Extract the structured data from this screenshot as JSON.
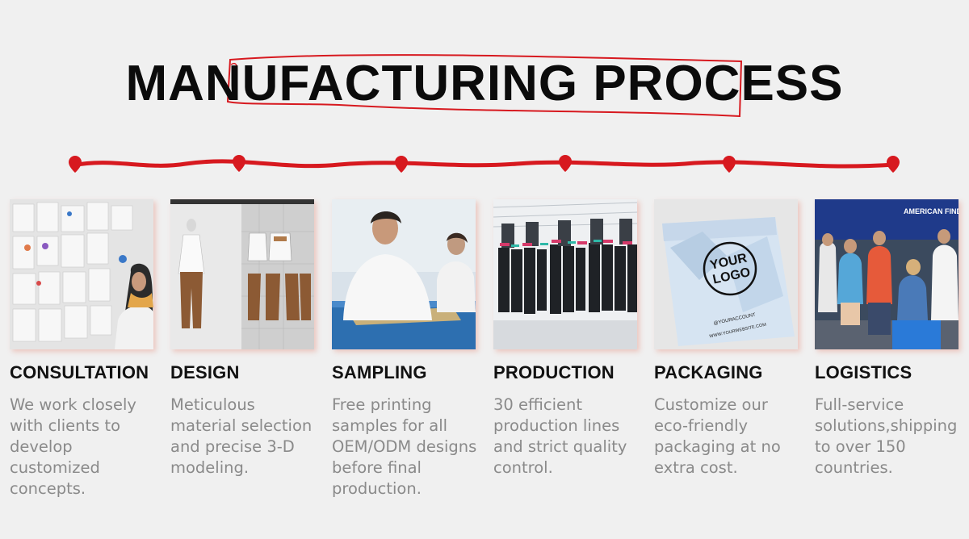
{
  "title": "MANUFACTURING PROCESS",
  "accent_color": "#d7191f",
  "steps": [
    {
      "title": "CONSULTATION",
      "desc": [
        "We work closely",
        "with clients to",
        "develop",
        "customized",
        "concepts."
      ],
      "image": "consultation-photo"
    },
    {
      "title": "DESIGN",
      "desc": [
        "Meticulous",
        "material selection",
        "and precise 3-D",
        "modeling."
      ],
      "image": "design-photo"
    },
    {
      "title": "SAMPLING",
      "desc": [
        "Free printing",
        "samples for all",
        "OEM/ODM designs",
        "before final",
        "production."
      ],
      "image": "sampling-photo"
    },
    {
      "title": "PRODUCTION",
      "desc": [
        "30 efficient",
        "production lines",
        "and strict quality",
        "control."
      ],
      "image": "production-photo"
    },
    {
      "title": "PACKAGING",
      "desc": [
        "Customize our",
        "eco-friendly",
        "packaging at no",
        "extra cost."
      ],
      "image": "packaging-photo",
      "logo_lines": [
        "YOUR",
        "LOGO"
      ],
      "account": "@YOURACCOUNT",
      "website": "WWW.YOURWEBSITE.COM"
    },
    {
      "title": "LOGISTICS",
      "desc": [
        "Full-service",
        "solutions,shipping",
        "to over 150",
        "countries."
      ],
      "image": "logistics-photo",
      "banner": "AMERICAN FINDER"
    }
  ]
}
